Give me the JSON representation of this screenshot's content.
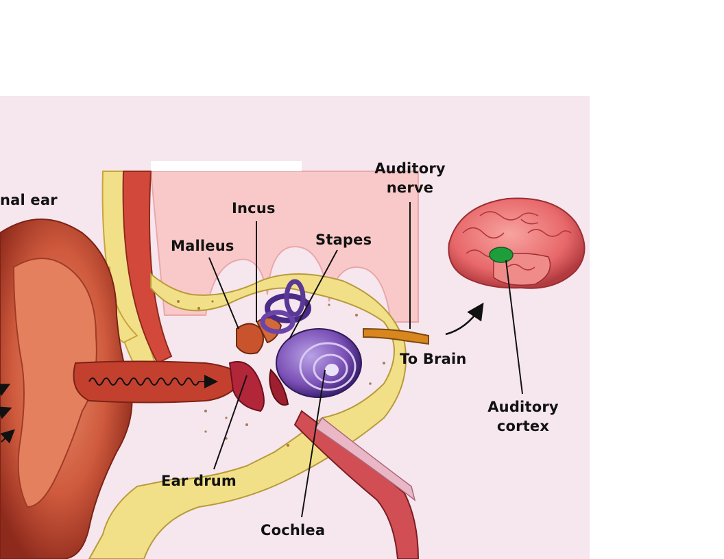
{
  "labels": {
    "external_ear": "nal ear",
    "incus": "Incus",
    "malleus": "Malleus",
    "stapes": "Stapes",
    "auditory_nerve_1": "Auditory",
    "auditory_nerve_2": "nerve",
    "to_brain": "To Brain",
    "auditory_cortex_1": "Auditory",
    "auditory_cortex_2": "cortex",
    "ear_drum": "Ear drum",
    "cochlea": "Cochlea"
  },
  "colors": {
    "background": "#f6e6ee",
    "skin": "#cf5a3d",
    "bone": "#f2e089",
    "cochlea": "#7a4fb5",
    "brain": "#e8686a",
    "auditory_cortex_spot": "#1e9e3a",
    "nerve": "#d9861f"
  }
}
